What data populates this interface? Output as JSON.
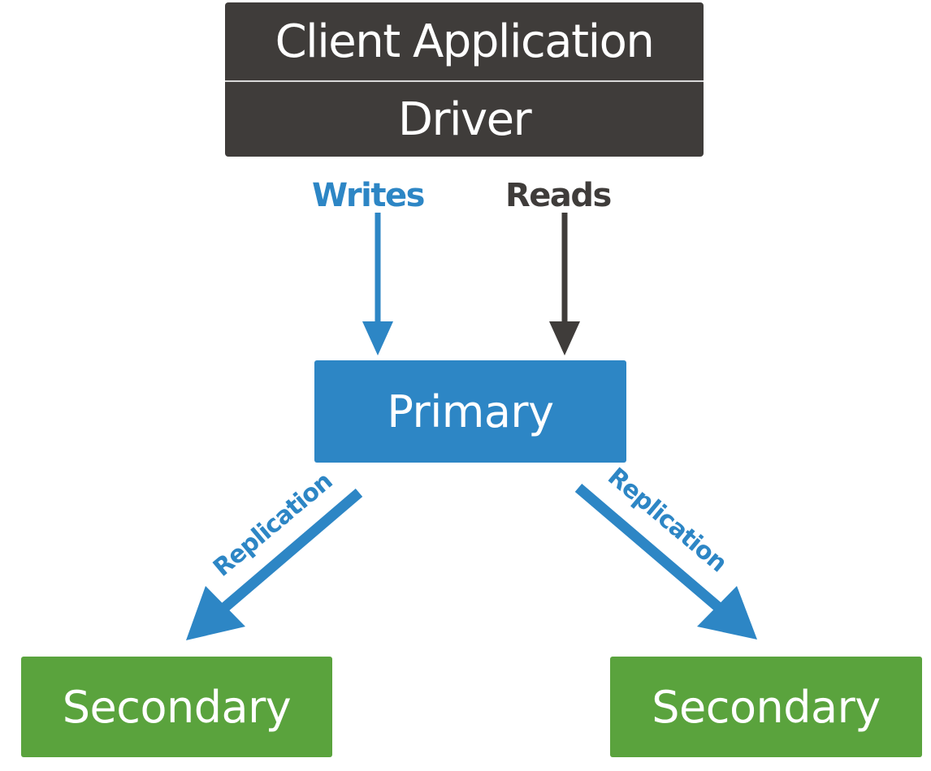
{
  "nodes": {
    "client_application": "Client Application",
    "driver": "Driver",
    "primary": "Primary",
    "secondary_left": "Secondary",
    "secondary_right": "Secondary"
  },
  "edges": {
    "writes": "Writes",
    "reads": "Reads",
    "replication_left": "Replication",
    "replication_right": "Replication"
  },
  "colors": {
    "dark": "#3f3c3a",
    "blue": "#2d86c5",
    "green": "#5aa33d"
  }
}
